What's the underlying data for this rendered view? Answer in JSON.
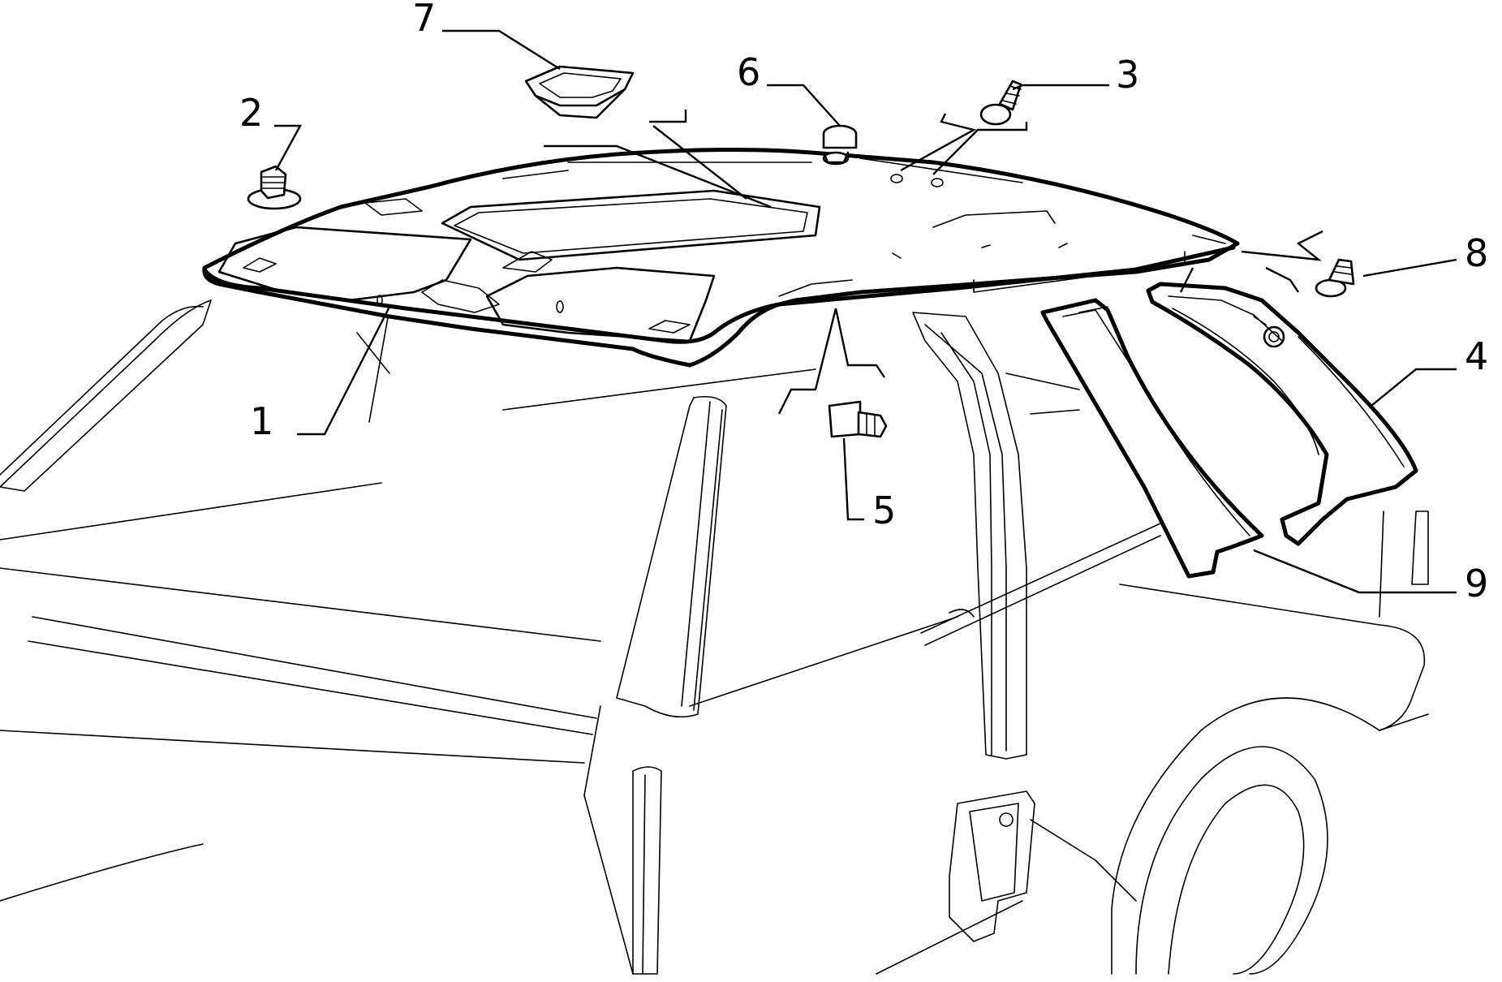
{
  "diagram": {
    "type": "exploded-parts-diagram",
    "labels": {
      "p1": "1",
      "p2": "2",
      "p3": "3",
      "p4": "4",
      "p5": "5",
      "p6": "6",
      "p7": "7",
      "p8": "8",
      "p9": "9"
    }
  }
}
